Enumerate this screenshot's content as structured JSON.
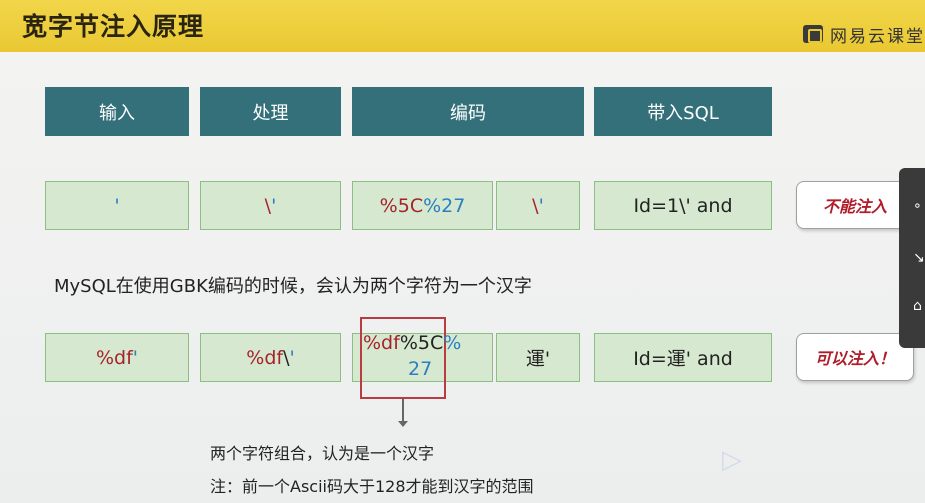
{
  "title": "宽字节注入原理",
  "logo": {
    "text": "网易云课堂"
  },
  "headers": [
    "输入",
    "处理",
    "编码",
    "带入SQL"
  ],
  "row1": {
    "input": "'",
    "process_a": "\\",
    "process_b": "'",
    "encode_a": "%5C",
    "encode_b": "%27",
    "decoded_a": "\\",
    "decoded_b": "'",
    "sql": "Id=1\\' and",
    "result": "不能注入"
  },
  "sentence": "MySQL在使用GBK编码的时候，会认为两个字符为一个汉字",
  "row2": {
    "input_a": "%df",
    "input_b": "'",
    "process_a": "%df",
    "process_b": "\\",
    "process_c": "'",
    "encode_a": "%df",
    "encode_b": "%5C",
    "encode_c": "%",
    "encode_d": "27",
    "decoded": "運'",
    "sql": "Id=運' and",
    "result": "可以注入！"
  },
  "notes": [
    "两个字符组合，认为是一个汉字",
    "注：前一个Ascii码大于128才能到汉字的范围"
  ],
  "colors": {
    "header_bg": "#33707a",
    "cell_bg": "#d6e8cf",
    "cell_border": "#8cc083",
    "red": "#a5242c",
    "blue": "#2a7fc0",
    "banner": "#e9c832"
  }
}
